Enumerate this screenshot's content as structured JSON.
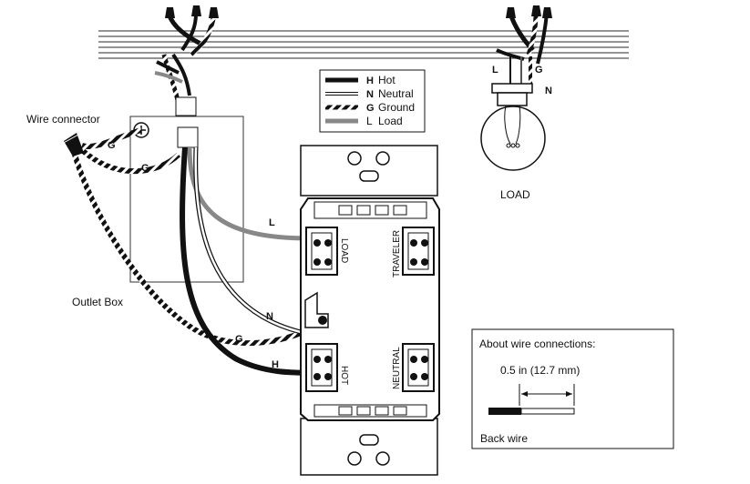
{
  "legend": {
    "items": [
      {
        "code": "H",
        "label": "Hot"
      },
      {
        "code": "N",
        "label": "Neutral"
      },
      {
        "code": "G",
        "label": "Ground"
      },
      {
        "code": "L",
        "label": "Load"
      }
    ]
  },
  "labels": {
    "wire_connector": "Wire connector",
    "outlet_box": "Outlet Box",
    "load": "LOAD",
    "wire_G1": "G",
    "wire_G2": "G",
    "wire_G3": "G",
    "wire_L": "L",
    "wire_N": "N",
    "wire_H": "H",
    "lamp_L": "L",
    "lamp_G": "G",
    "lamp_N": "N"
  },
  "switch": {
    "terminal_load": "LOAD",
    "terminal_traveler": "TRAVELER",
    "terminal_hot": "HOT",
    "terminal_neutral": "NEUTRAL"
  },
  "info_box": {
    "title": "About wire connections:",
    "measurement": "0.5 in (12.7 mm)",
    "caption": "Back wire"
  },
  "colors": {
    "hot": "#111111",
    "neutral": "#ffffff",
    "ground": "#111111",
    "load": "#888888"
  }
}
